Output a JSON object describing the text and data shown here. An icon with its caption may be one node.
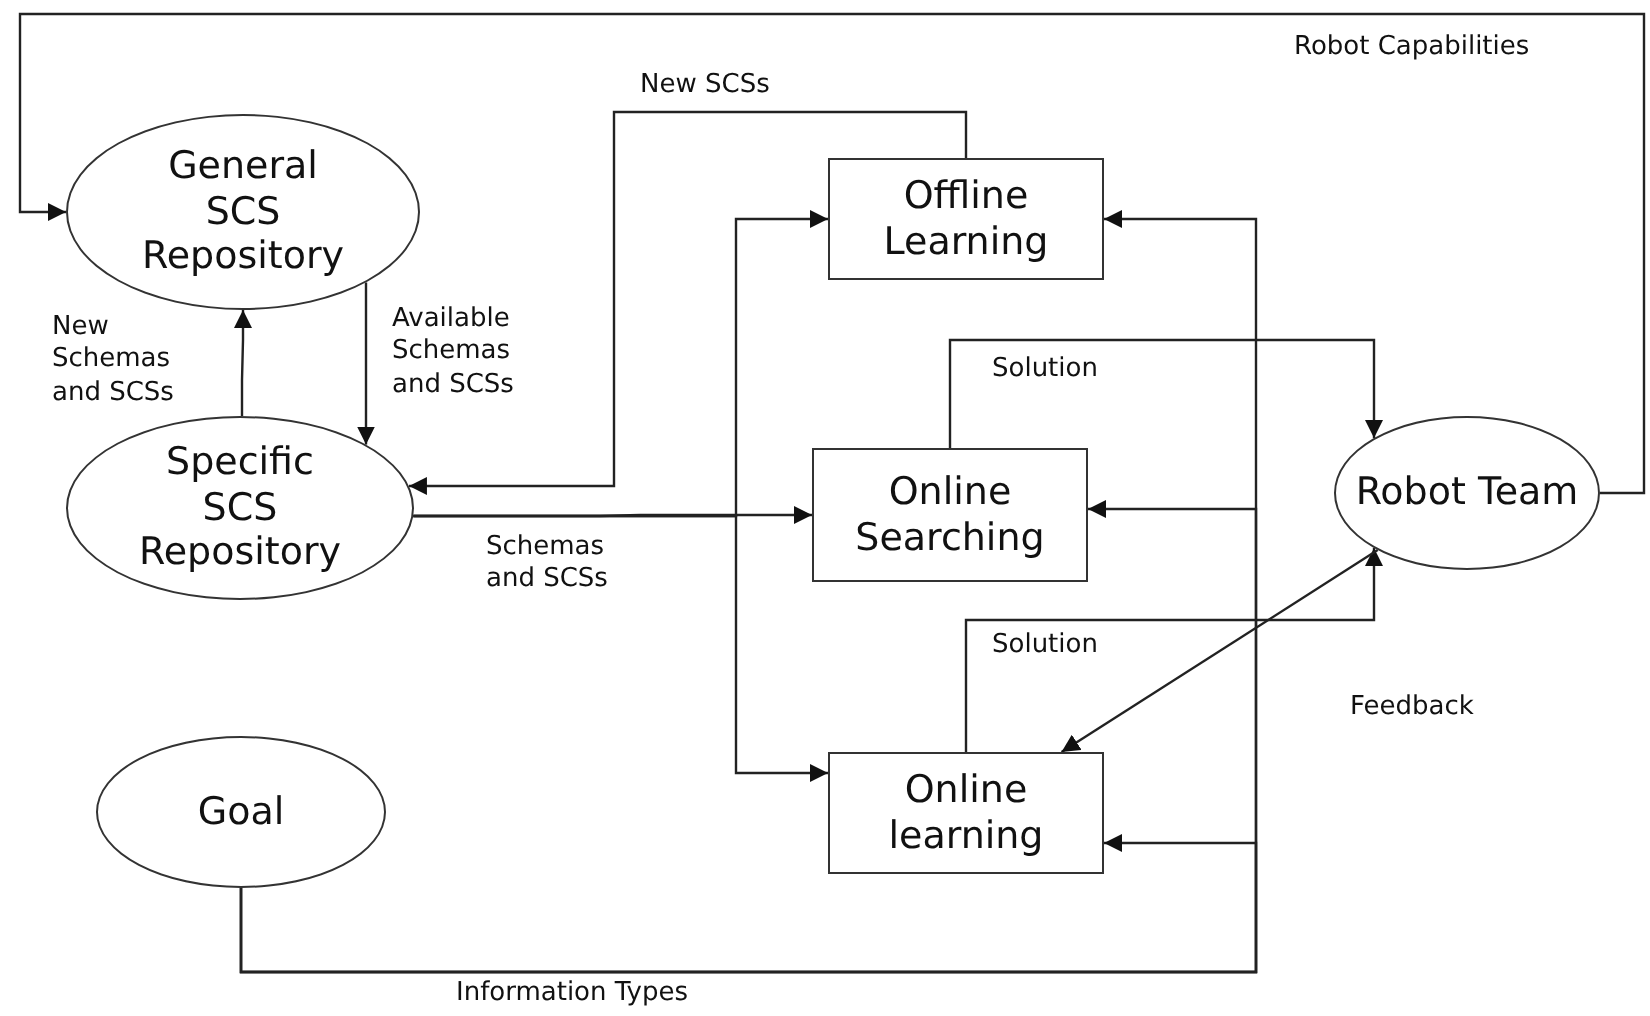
{
  "diagram": {
    "nodes": [
      {
        "text": [
          "General SCS Repository"
        ]
      },
      {
        "text": [
          "Specific SCS Repository"
        ]
      },
      {
        "text": [
          "Offline Learning"
        ]
      },
      {
        "text": [
          "Online Searching"
        ]
      },
      {
        "text": [
          "Online learning"
        ]
      },
      {
        "text": [
          "Robot Team"
        ]
      },
      {
        "text": [
          "Goal"
        ]
      }
    ],
    "edges": [
      {
        "from": 5,
        "to": 0,
        "arrow": "to",
        "label": "Robot Capabilities"
      },
      {
        "from": 1,
        "to": 0,
        "arrow": "to",
        "label": "New Schemas and SCSs"
      },
      {
        "from": 0,
        "to": 1,
        "arrow": "to",
        "label": "Available Schemas and SCSs"
      },
      {
        "from": 2,
        "to": 1,
        "arrow": "to",
        "label": "New SCSs"
      },
      {
        "from": 1,
        "to": 3,
        "arrow": "to",
        "label": "Schemas and SCSs"
      },
      {
        "from": 1,
        "to": 2,
        "arrow": "to"
      },
      {
        "from": 1,
        "to": 4,
        "arrow": "to"
      },
      {
        "from": 3,
        "to": 5,
        "arrow": "to",
        "label": "Solution"
      },
      {
        "from": 4,
        "to": 5,
        "arrow": "to",
        "label": "Solution"
      },
      {
        "from": 5,
        "to": 4,
        "arrow": "to",
        "label": "Feedback"
      },
      {
        "from": 6,
        "to": 2,
        "arrow": "to",
        "label": "Information Types"
      },
      {
        "from": 6,
        "to": 3,
        "arrow": "to"
      },
      {
        "from": 6,
        "to": 4,
        "arrow": "to"
      }
    ]
  }
}
